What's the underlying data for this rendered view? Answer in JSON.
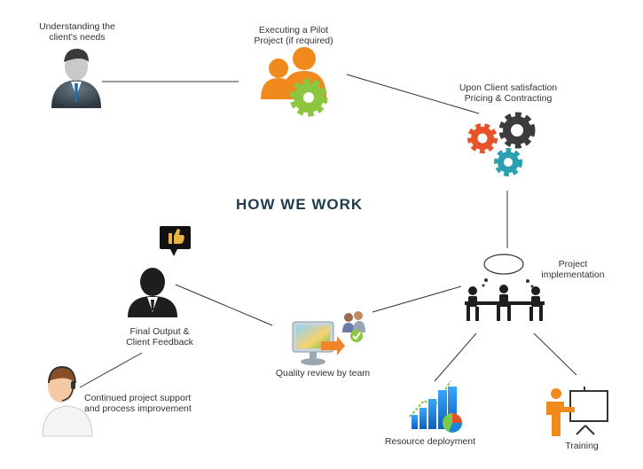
{
  "title": "HOW WE WORK",
  "steps": {
    "understanding": "Understanding the\nclient's needs",
    "pilot": "Executing a Pilot\nProject (if required)",
    "pricing": "Upon Client satisfaction\nPricing & Contracting",
    "implementation": "Project\nimplementation",
    "resource": "Resource deployment",
    "training": "Training",
    "quality": "Quality review by team",
    "final": "Final Output &\nClient Feedback",
    "support": "Continued project support\nand process improvement"
  },
  "icons": {
    "understanding": "businessman-icon",
    "pilot": "team-gear-icon",
    "pricing": "gears-icon",
    "implementation": "meeting-table-icon",
    "resource": "growth-chart-icon",
    "training": "presentation-board-icon",
    "quality": "monitor-review-icon",
    "final": "client-silhouette-icon",
    "feedback": "thumbs-up-icon",
    "support": "support-agent-icon"
  },
  "colors": {
    "orange": "#f08a1c",
    "green": "#8cc63e",
    "red": "#e8522a",
    "dark": "#3c3c3c",
    "teal": "#2aa0b0",
    "blue": "#1a86d8",
    "title": "#1f3b4d"
  }
}
